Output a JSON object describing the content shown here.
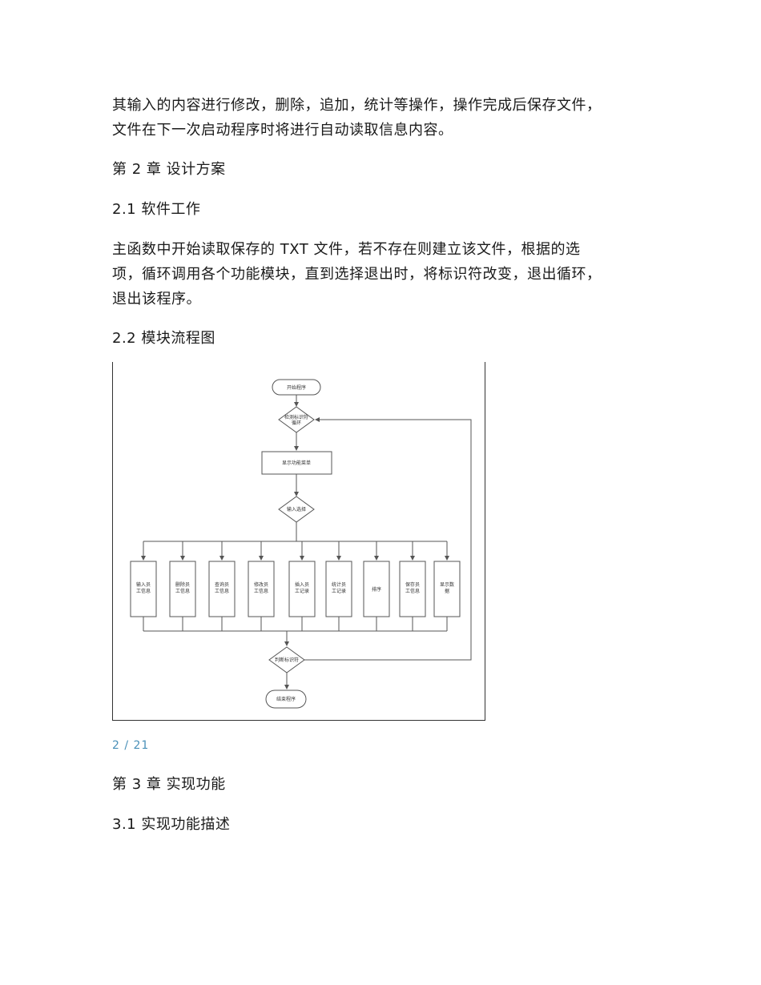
{
  "paragraphs": {
    "intro": [
      "其输入的内容进行修改，删除，追加，统计等操作，操作完成后保存文件，",
      "文件在下一次启动程序时将进行自动读取信息内容。"
    ],
    "software_work": [
      "主函数中开始读取保存的 TXT 文件，若不存在则建立该文件，根据的选",
      "项，循环调用各个功能模块，直到选择退出时，将标识符改变，退出循环，",
      "退出该程序。"
    ]
  },
  "headings": {
    "ch2": "第 2 章  设计方案",
    "s2_1": "2.1  软件工作",
    "s2_2": "2.2  模块流程图",
    "ch3": "第 3 章  实现功能",
    "s3_1": "3.1  实现功能描述"
  },
  "page_number": "2 / 21",
  "flowchart": {
    "start": "开始程序",
    "loop_check": [
      "检测标识符",
      "循环"
    ],
    "show_menu": "显示功能菜单",
    "input_choice": "输入选择",
    "modules": [
      [
        "输入员",
        "工信息"
      ],
      [
        "删除员",
        "工信息"
      ],
      [
        "查询员",
        "工信息"
      ],
      [
        "修改员",
        "工信息"
      ],
      [
        "插入员",
        "工记录"
      ],
      [
        "统计员",
        "工记录"
      ],
      [
        "排序"
      ],
      [
        "保存员",
        "工信息"
      ],
      [
        "显示数",
        "据"
      ]
    ],
    "exit_check": "判断标识符",
    "end": "结束程序"
  }
}
